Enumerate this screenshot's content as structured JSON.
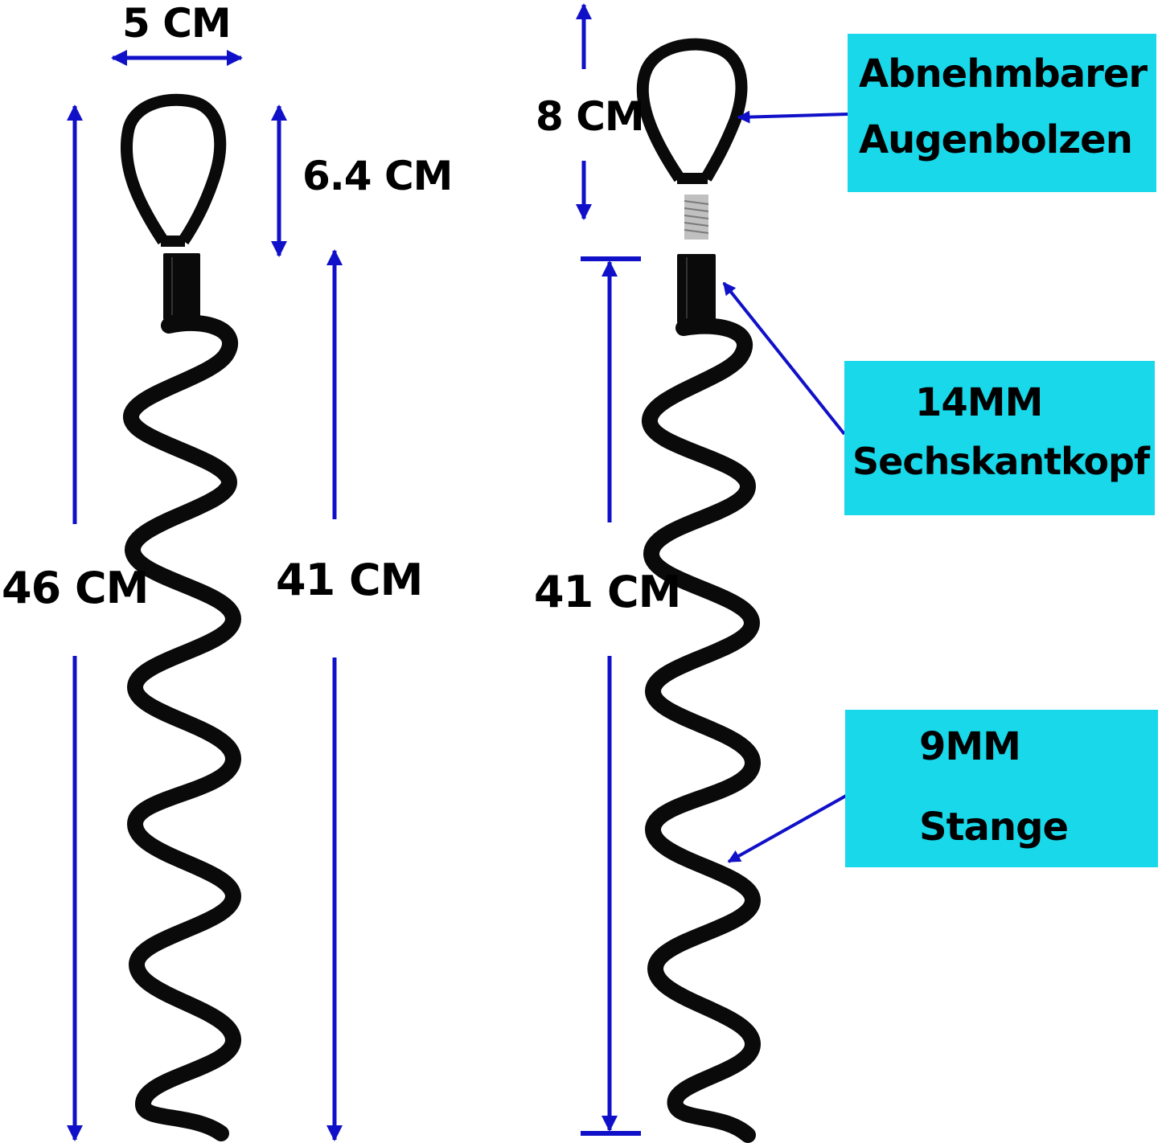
{
  "dimensions": {
    "left_width": "5 CM",
    "left_total_height": "46 CM",
    "left_eye_height": "6.4 CM",
    "left_spiral_height": "41 CM",
    "right_eye_height": "8 CM",
    "right_spiral_height": "41 CM"
  },
  "callouts": {
    "eye_bolt": {
      "line1": "Abnehmbarer",
      "line2": "Augenbolzen"
    },
    "hex_head": {
      "line1": "14MM",
      "line2": "Sechskantkopf"
    },
    "rod": {
      "line1": "9MM",
      "line2": "Stange"
    }
  },
  "colors": {
    "arrow": "#1010c8",
    "callout_bg": "#18d8ea",
    "metal": "#0a0a0a",
    "thread": "#c0c0c0"
  }
}
